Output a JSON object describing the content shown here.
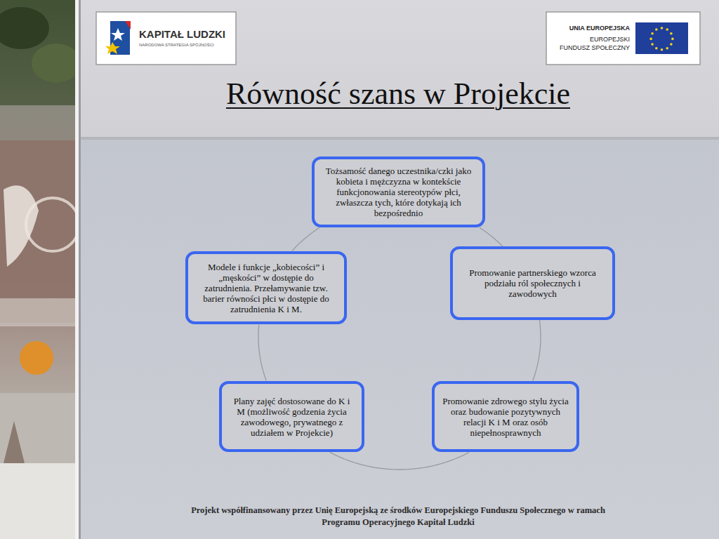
{
  "diagram": {
    "title": "Równość szans w Projekcie",
    "caption": "Projekt współfinansowany przez Unię Europejską ze środków Europejskiego Funduszu Społecznego w ramach Programu Operacyjnego Kapitał Ludzki",
    "nodes": [
      {
        "text": [
          "Tożsamość danego uczestnika/czki jako kobieta i mężczyzna w kontekście funkcjonowania stereotypów płci, zwłaszcza tych, które dotykają ich bezpośrednio"
        ]
      },
      {
        "text": [
          "Modele i funkcje „kobiecości” i „męskości” w dostępie do zatrudnienia. Przełamywanie tzw. barier równości płci w dostępie do zatrudnienia K i M."
        ]
      },
      {
        "text": [
          "Promowanie partnerskiego wzorca podziału ról społecznych i zawodowych"
        ]
      },
      {
        "text": [
          "Plany zajęć dostosowane do K i M (możliwość godzenia życia zawodowego, prywatnego z udziałem w Projekcie)"
        ]
      },
      {
        "text": [
          "Promowanie zdrowego stylu życia oraz budowanie pozytywnych relacji K i M oraz osób niepełnosprawnych"
        ]
      }
    ],
    "edges": [
      {
        "from": 0,
        "to": 2,
        "arrow": "none"
      },
      {
        "from": 2,
        "to": 4,
        "arrow": "none"
      },
      {
        "from": 4,
        "to": 3,
        "arrow": "none"
      },
      {
        "from": 3,
        "to": 1,
        "arrow": "none"
      },
      {
        "from": 1,
        "to": 0,
        "arrow": "none"
      }
    ],
    "labels": [
      "KAPITAŁ LUDZKI",
      "NARODOWA STRATEGIA SPÓJNOŚCI",
      "UNIA EUROPEJSKA",
      "EUROPEJSKI",
      "FUNDUSZ SPOŁECZNY"
    ]
  }
}
